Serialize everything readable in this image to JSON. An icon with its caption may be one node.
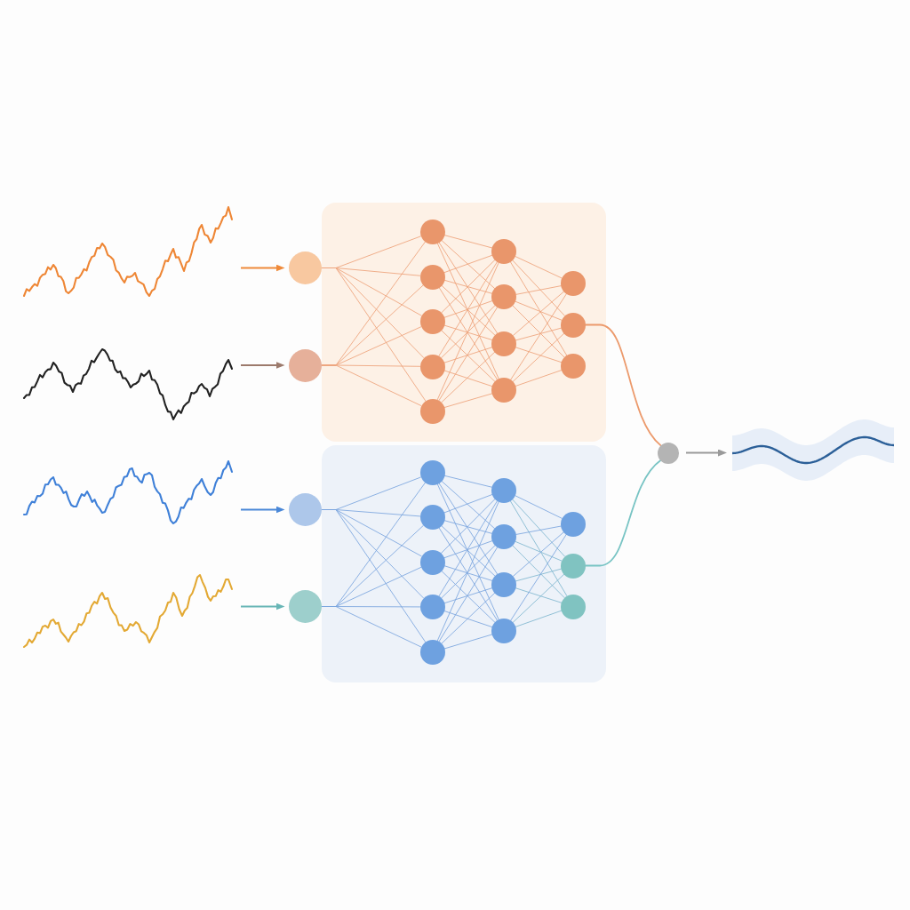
{
  "diagram": {
    "nodes": [
      {
        "text": [],
        "shape": "picture"
      },
      {
        "text": [],
        "shape": "picture"
      },
      {
        "text": [],
        "shape": "picture"
      },
      {
        "text": [],
        "shape": "picture"
      },
      {
        "text": [],
        "shape": "box"
      },
      {
        "text": [],
        "shape": "circle"
      },
      {
        "text": [],
        "shape": "circle"
      },
      {
        "text": [],
        "shape": "circle",
        "in": 4
      },
      {
        "text": [],
        "shape": "circle",
        "in": 4
      },
      {
        "text": [],
        "shape": "circle",
        "in": 4
      },
      {
        "text": [],
        "shape": "circle",
        "in": 4
      },
      {
        "text": [],
        "shape": "circle",
        "in": 4
      },
      {
        "text": [],
        "shape": "circle",
        "in": 4
      },
      {
        "text": [],
        "shape": "circle",
        "in": 4
      },
      {
        "text": [],
        "shape": "circle",
        "in": 4
      },
      {
        "text": [],
        "shape": "circle",
        "in": 4
      },
      {
        "text": [],
        "shape": "circle",
        "in": 4
      },
      {
        "text": [],
        "shape": "circle",
        "in": 4
      },
      {
        "text": [],
        "shape": "circle",
        "in": 4
      },
      {
        "text": [],
        "shape": "box"
      },
      {
        "text": [],
        "shape": "circle"
      },
      {
        "text": [],
        "shape": "circle"
      },
      {
        "text": [],
        "shape": "circle",
        "in": 19
      },
      {
        "text": [],
        "shape": "circle",
        "in": 19
      },
      {
        "text": [],
        "shape": "circle",
        "in": 19
      },
      {
        "text": [],
        "shape": "circle",
        "in": 19
      },
      {
        "text": [],
        "shape": "circle",
        "in": 19
      },
      {
        "text": [],
        "shape": "circle",
        "in": 19
      },
      {
        "text": [],
        "shape": "circle",
        "in": 19
      },
      {
        "text": [],
        "shape": "circle",
        "in": 19
      },
      {
        "text": [],
        "shape": "circle",
        "in": 19
      },
      {
        "text": [],
        "shape": "circle",
        "in": 19
      },
      {
        "text": [],
        "shape": "circle",
        "in": 19
      },
      {
        "text": [],
        "shape": "circle",
        "in": 19
      },
      {
        "text": [],
        "shape": "circle"
      },
      {
        "text": [],
        "shape": "picture"
      }
    ],
    "edges": [
      {
        "from": 0,
        "to": 5,
        "arrow": "to",
        "color": "#ef8a3a"
      },
      {
        "from": 1,
        "to": 6,
        "arrow": "to",
        "color": "#9c7a6c"
      },
      {
        "from": 2,
        "to": 20,
        "arrow": "to",
        "color": "#4a88d8"
      },
      {
        "from": 3,
        "to": 21,
        "arrow": "to",
        "color": "#68b6b6"
      },
      {
        "from": 5,
        "to": 7,
        "arrow": "none",
        "color": "#eda27a"
      },
      {
        "from": 5,
        "to": 8,
        "arrow": "none",
        "color": "#eda27a"
      },
      {
        "from": 5,
        "to": 9,
        "arrow": "none",
        "color": "#eda27a"
      },
      {
        "from": 5,
        "to": 10,
        "arrow": "none",
        "color": "#eda27a"
      },
      {
        "from": 5,
        "to": 11,
        "arrow": "none",
        "color": "#eda27a"
      },
      {
        "from": 6,
        "to": 7,
        "arrow": "none",
        "color": "#eda27a"
      },
      {
        "from": 6,
        "to": 8,
        "arrow": "none",
        "color": "#eda27a"
      },
      {
        "from": 6,
        "to": 9,
        "arrow": "none",
        "color": "#eda27a"
      },
      {
        "from": 6,
        "to": 10,
        "arrow": "none",
        "color": "#eda27a"
      },
      {
        "from": 6,
        "to": 11,
        "arrow": "none",
        "color": "#eda27a"
      },
      {
        "from": 7,
        "to": 12,
        "arrow": "none",
        "color": "#eda27a"
      },
      {
        "from": 7,
        "to": 13,
        "arrow": "none",
        "color": "#eda27a"
      },
      {
        "from": 7,
        "to": 14,
        "arrow": "none",
        "color": "#eda27a"
      },
      {
        "from": 7,
        "to": 15,
        "arrow": "none",
        "color": "#eda27a"
      },
      {
        "from": 8,
        "to": 12,
        "arrow": "none",
        "color": "#eda27a"
      },
      {
        "from": 8,
        "to": 13,
        "arrow": "none",
        "color": "#eda27a"
      },
      {
        "from": 8,
        "to": 14,
        "arrow": "none",
        "color": "#eda27a"
      },
      {
        "from": 8,
        "to": 15,
        "arrow": "none",
        "color": "#eda27a"
      },
      {
        "from": 9,
        "to": 12,
        "arrow": "none",
        "color": "#eda27a"
      },
      {
        "from": 9,
        "to": 13,
        "arrow": "none",
        "color": "#eda27a"
      },
      {
        "from": 9,
        "to": 14,
        "arrow": "none",
        "color": "#eda27a"
      },
      {
        "from": 9,
        "to": 15,
        "arrow": "none",
        "color": "#eda27a"
      },
      {
        "from": 10,
        "to": 12,
        "arrow": "none",
        "color": "#eda27a"
      },
      {
        "from": 10,
        "to": 13,
        "arrow": "none",
        "color": "#eda27a"
      },
      {
        "from": 10,
        "to": 14,
        "arrow": "none",
        "color": "#eda27a"
      },
      {
        "from": 10,
        "to": 15,
        "arrow": "none",
        "color": "#eda27a"
      },
      {
        "from": 11,
        "to": 12,
        "arrow": "none",
        "color": "#eda27a"
      },
      {
        "from": 11,
        "to": 13,
        "arrow": "none",
        "color": "#eda27a"
      },
      {
        "from": 11,
        "to": 14,
        "arrow": "none",
        "color": "#eda27a"
      },
      {
        "from": 11,
        "to": 15,
        "arrow": "none",
        "color": "#eda27a"
      },
      {
        "from": 12,
        "to": 16,
        "arrow": "none",
        "color": "#eda27a"
      },
      {
        "from": 12,
        "to": 17,
        "arrow": "none",
        "color": "#eda27a"
      },
      {
        "from": 12,
        "to": 18,
        "arrow": "none",
        "color": "#eda27a"
      },
      {
        "from": 13,
        "to": 16,
        "arrow": "none",
        "color": "#eda27a"
      },
      {
        "from": 13,
        "to": 17,
        "arrow": "none",
        "color": "#eda27a"
      },
      {
        "from": 13,
        "to": 18,
        "arrow": "none",
        "color": "#eda27a"
      },
      {
        "from": 14,
        "to": 16,
        "arrow": "none",
        "color": "#eda27a"
      },
      {
        "from": 14,
        "to": 17,
        "arrow": "none",
        "color": "#eda27a"
      },
      {
        "from": 14,
        "to": 18,
        "arrow": "none",
        "color": "#eda27a"
      },
      {
        "from": 15,
        "to": 16,
        "arrow": "none",
        "color": "#eda27a"
      },
      {
        "from": 15,
        "to": 17,
        "arrow": "none",
        "color": "#eda27a"
      },
      {
        "from": 15,
        "to": 18,
        "arrow": "none",
        "color": "#eda27a"
      },
      {
        "from": 20,
        "to": 22,
        "arrow": "none",
        "color": "#7aa4de"
      },
      {
        "from": 20,
        "to": 23,
        "arrow": "none",
        "color": "#7aa4de"
      },
      {
        "from": 20,
        "to": 24,
        "arrow": "none",
        "color": "#7aa4de"
      },
      {
        "from": 20,
        "to": 25,
        "arrow": "none",
        "color": "#7aa4de"
      },
      {
        "from": 20,
        "to": 26,
        "arrow": "none",
        "color": "#7aa4de"
      },
      {
        "from": 21,
        "to": 22,
        "arrow": "none",
        "color": "#7aa4de"
      },
      {
        "from": 21,
        "to": 23,
        "arrow": "none",
        "color": "#7aa4de"
      },
      {
        "from": 21,
        "to": 24,
        "arrow": "none",
        "color": "#7aa4de"
      },
      {
        "from": 21,
        "to": 25,
        "arrow": "none",
        "color": "#7aa4de"
      },
      {
        "from": 21,
        "to": 26,
        "arrow": "none",
        "color": "#7aa4de"
      },
      {
        "from": 22,
        "to": 27,
        "arrow": "none",
        "color": "#7aa4de"
      },
      {
        "from": 22,
        "to": 28,
        "arrow": "none",
        "color": "#7aa4de"
      },
      {
        "from": 22,
        "to": 29,
        "arrow": "none",
        "color": "#7aa4de"
      },
      {
        "from": 22,
        "to": 30,
        "arrow": "none",
        "color": "#7aa4de"
      },
      {
        "from": 23,
        "to": 27,
        "arrow": "none",
        "color": "#7aa4de"
      },
      {
        "from": 23,
        "to": 28,
        "arrow": "none",
        "color": "#7aa4de"
      },
      {
        "from": 23,
        "to": 29,
        "arrow": "none",
        "color": "#7aa4de"
      },
      {
        "from": 23,
        "to": 30,
        "arrow": "none",
        "color": "#7aa4de"
      },
      {
        "from": 24,
        "to": 27,
        "arrow": "none",
        "color": "#7aa4de"
      },
      {
        "from": 24,
        "to": 28,
        "arrow": "none",
        "color": "#7aa4de"
      },
      {
        "from": 24,
        "to": 29,
        "arrow": "none",
        "color": "#7aa4de"
      },
      {
        "from": 24,
        "to": 30,
        "arrow": "none",
        "color": "#7aa4de"
      },
      {
        "from": 25,
        "to": 27,
        "arrow": "none",
        "color": "#7aa4de"
      },
      {
        "from": 25,
        "to": 28,
        "arrow": "none",
        "color": "#7aa4de"
      },
      {
        "from": 25,
        "to": 29,
        "arrow": "none",
        "color": "#7aa4de"
      },
      {
        "from": 25,
        "to": 30,
        "arrow": "none",
        "color": "#7aa4de"
      },
      {
        "from": 26,
        "to": 27,
        "arrow": "none",
        "color": "#7aa4de"
      },
      {
        "from": 26,
        "to": 28,
        "arrow": "none",
        "color": "#7aa4de"
      },
      {
        "from": 26,
        "to": 29,
        "arrow": "none",
        "color": "#7aa4de"
      },
      {
        "from": 26,
        "to": 30,
        "arrow": "none",
        "color": "#7aa4de"
      },
      {
        "from": 27,
        "to": 31,
        "arrow": "none",
        "color": "#7aa4de"
      },
      {
        "from": 27,
        "to": 32,
        "arrow": "none",
        "color": "#7fb6cf"
      },
      {
        "from": 27,
        "to": 33,
        "arrow": "none",
        "color": "#7fb6cf"
      },
      {
        "from": 28,
        "to": 31,
        "arrow": "none",
        "color": "#7aa4de"
      },
      {
        "from": 28,
        "to": 32,
        "arrow": "none",
        "color": "#7fb6cf"
      },
      {
        "from": 28,
        "to": 33,
        "arrow": "none",
        "color": "#7fb6cf"
      },
      {
        "from": 29,
        "to": 31,
        "arrow": "none",
        "color": "#7aa4de"
      },
      {
        "from": 29,
        "to": 32,
        "arrow": "none",
        "color": "#7fb6cf"
      },
      {
        "from": 29,
        "to": 33,
        "arrow": "none",
        "color": "#7fb6cf"
      },
      {
        "from": 30,
        "to": 31,
        "arrow": "none",
        "color": "#7aa4de"
      },
      {
        "from": 30,
        "to": 32,
        "arrow": "none",
        "color": "#7fb6cf"
      },
      {
        "from": 30,
        "to": 33,
        "arrow": "none",
        "color": "#7fb6cf"
      },
      {
        "from": 17,
        "to": 34,
        "arrow": "none",
        "color": "#ec9a6c"
      },
      {
        "from": 32,
        "to": 34,
        "arrow": "none",
        "color": "#78c4c4"
      },
      {
        "from": 34,
        "to": 35,
        "arrow": "to",
        "color": "#9a9a9a"
      }
    ]
  }
}
